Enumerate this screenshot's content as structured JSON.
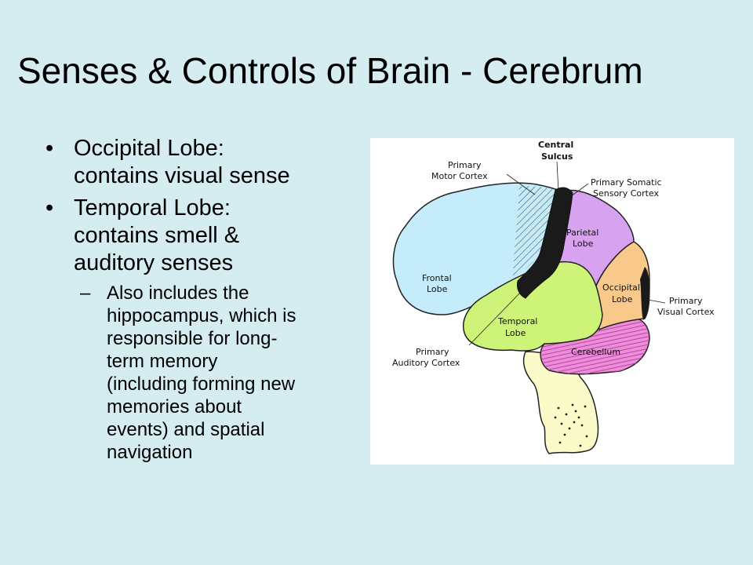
{
  "slide": {
    "title": "Senses & Controls of Brain - Cerebrum",
    "bullets": [
      {
        "marker": "•",
        "lines": [
          "Occipital Lobe:",
          "contains visual sense"
        ]
      },
      {
        "marker": "•",
        "lines": [
          "Temporal Lobe:",
          "contains smell &",
          "auditory senses"
        ]
      }
    ],
    "sub_bullet": {
      "marker": "–",
      "lines": [
        "Also includes the",
        "hippocampus, which is",
        "responsible for long-",
        "term memory",
        "(including forming new",
        "memories about",
        "events) and spatial",
        "navigation"
      ]
    }
  },
  "diagram": {
    "labels": {
      "central_sulcus": [
        "Central",
        "Sulcus"
      ],
      "primary_motor": [
        "Primary",
        "Motor Cortex"
      ],
      "primary_somatic": [
        "Primary Somatic",
        "Sensory Cortex"
      ],
      "parietal": [
        "Parietal",
        "Lobe"
      ],
      "frontal": [
        "Frontal",
        "Lobe"
      ],
      "occipital": [
        "Occipital",
        "Lobe"
      ],
      "primary_visual": [
        "Primary",
        "Visual Cortex"
      ],
      "temporal": [
        "Temporal",
        "Lobe"
      ],
      "cerebellum": [
        "Cerebellum"
      ],
      "primary_auditory": [
        "Primary",
        "Auditory Cortex"
      ]
    },
    "colors": {
      "background": "#ffffff",
      "frontal": "#c5ecfb",
      "parietal": "#d7a3f1",
      "occipital": "#f8c98a",
      "temporal": "#cdf379",
      "cerebellum": "#ef8cdb",
      "brainstem": "#fafbc9",
      "sulcus": "#1a1a1a"
    }
  }
}
